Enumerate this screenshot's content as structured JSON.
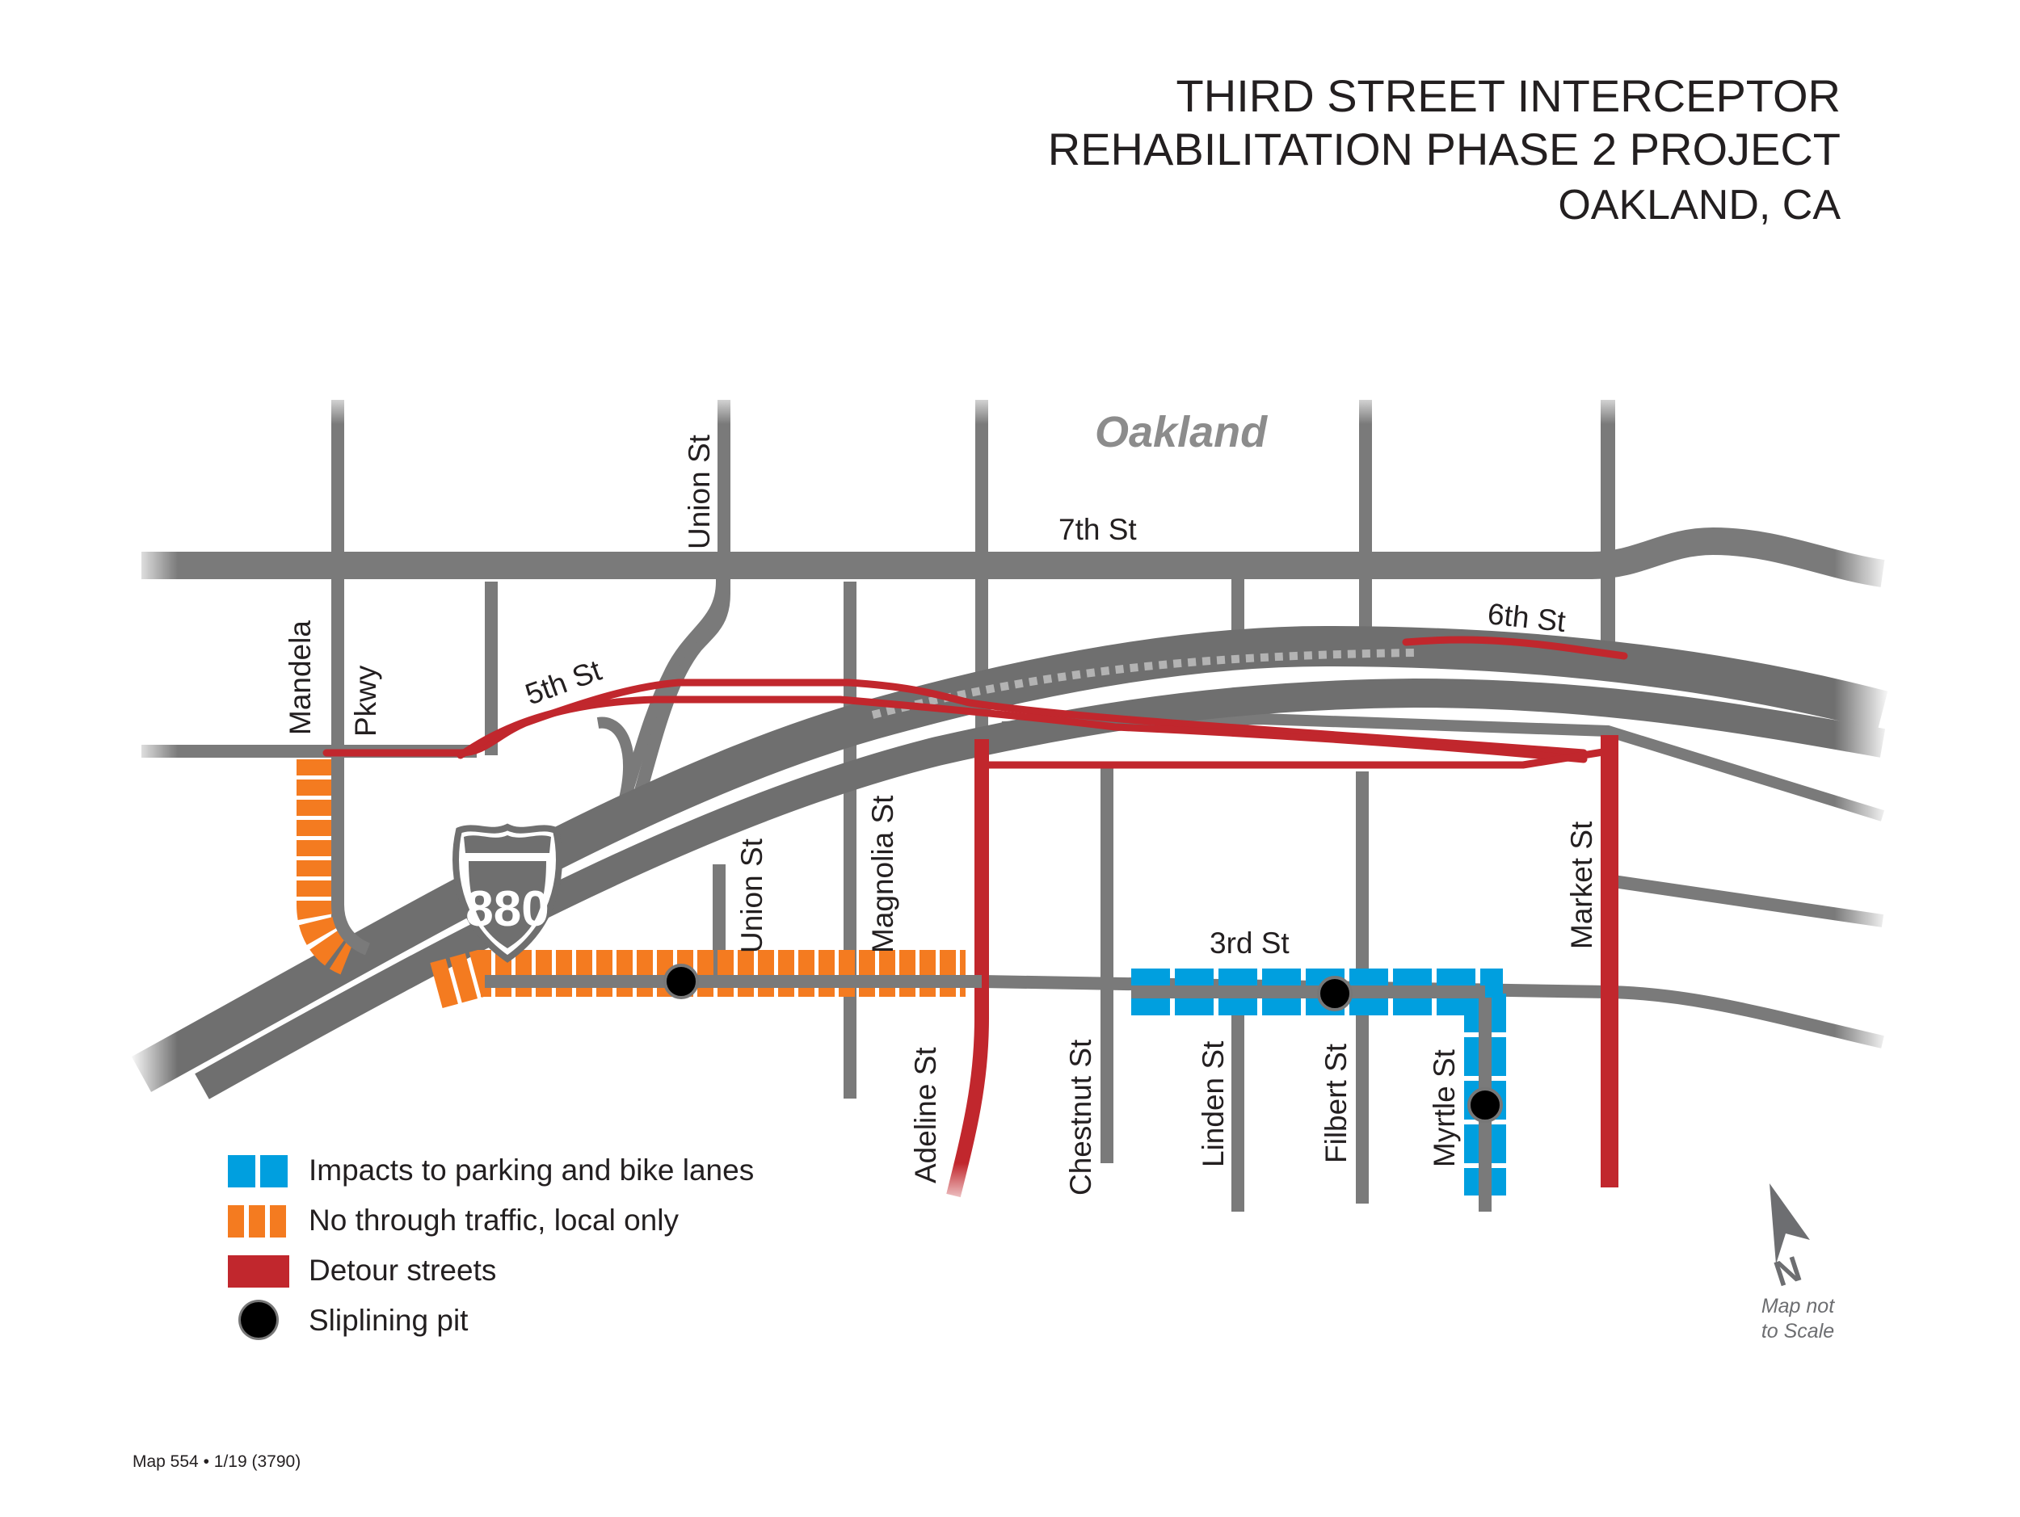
{
  "title": {
    "line1": "THIRD STREET INTERCEPTOR",
    "line2": "REHABILITATION PHASE 2 PROJECT",
    "line3": "OAKLAND, CA"
  },
  "map": {
    "city_label": "Oakland",
    "highway_shield": "880",
    "streets": {
      "seventh": "7th St",
      "sixth": "6th St",
      "fifth": "5th St",
      "third": "3rd St",
      "union_north": "Union St",
      "union_south": "Union St",
      "mandela": "Mandela",
      "pkwy": "Pkwy",
      "magnolia": "Magnolia St",
      "adeline": "Adeline St",
      "chestnut": "Chestnut St",
      "linden": "Linden St",
      "filbert": "Filbert St",
      "myrtle": "Myrtle St",
      "market": "Market St"
    },
    "north_arrow": "N",
    "scale_note_line1": "Map not",
    "scale_note_line2": "to Scale",
    "colors": {
      "road": "#7a7a7a",
      "detour": "#c1272d",
      "local_only": "#f47b20",
      "parking_bike": "#009fdf",
      "pit": "#000000"
    }
  },
  "legend": {
    "items": [
      {
        "label": "Impacts to parking and bike lanes",
        "symbol": "blue-dashed-swatch"
      },
      {
        "label": "No through traffic, local only",
        "symbol": "orange-dashed-swatch"
      },
      {
        "label": "Detour streets",
        "symbol": "red-solid-swatch"
      },
      {
        "label": "Sliplining pit",
        "symbol": "black-dot"
      }
    ]
  },
  "footer": {
    "map_id": "Map 554",
    "separator": "•",
    "date_code": "1/19 (3790)"
  }
}
